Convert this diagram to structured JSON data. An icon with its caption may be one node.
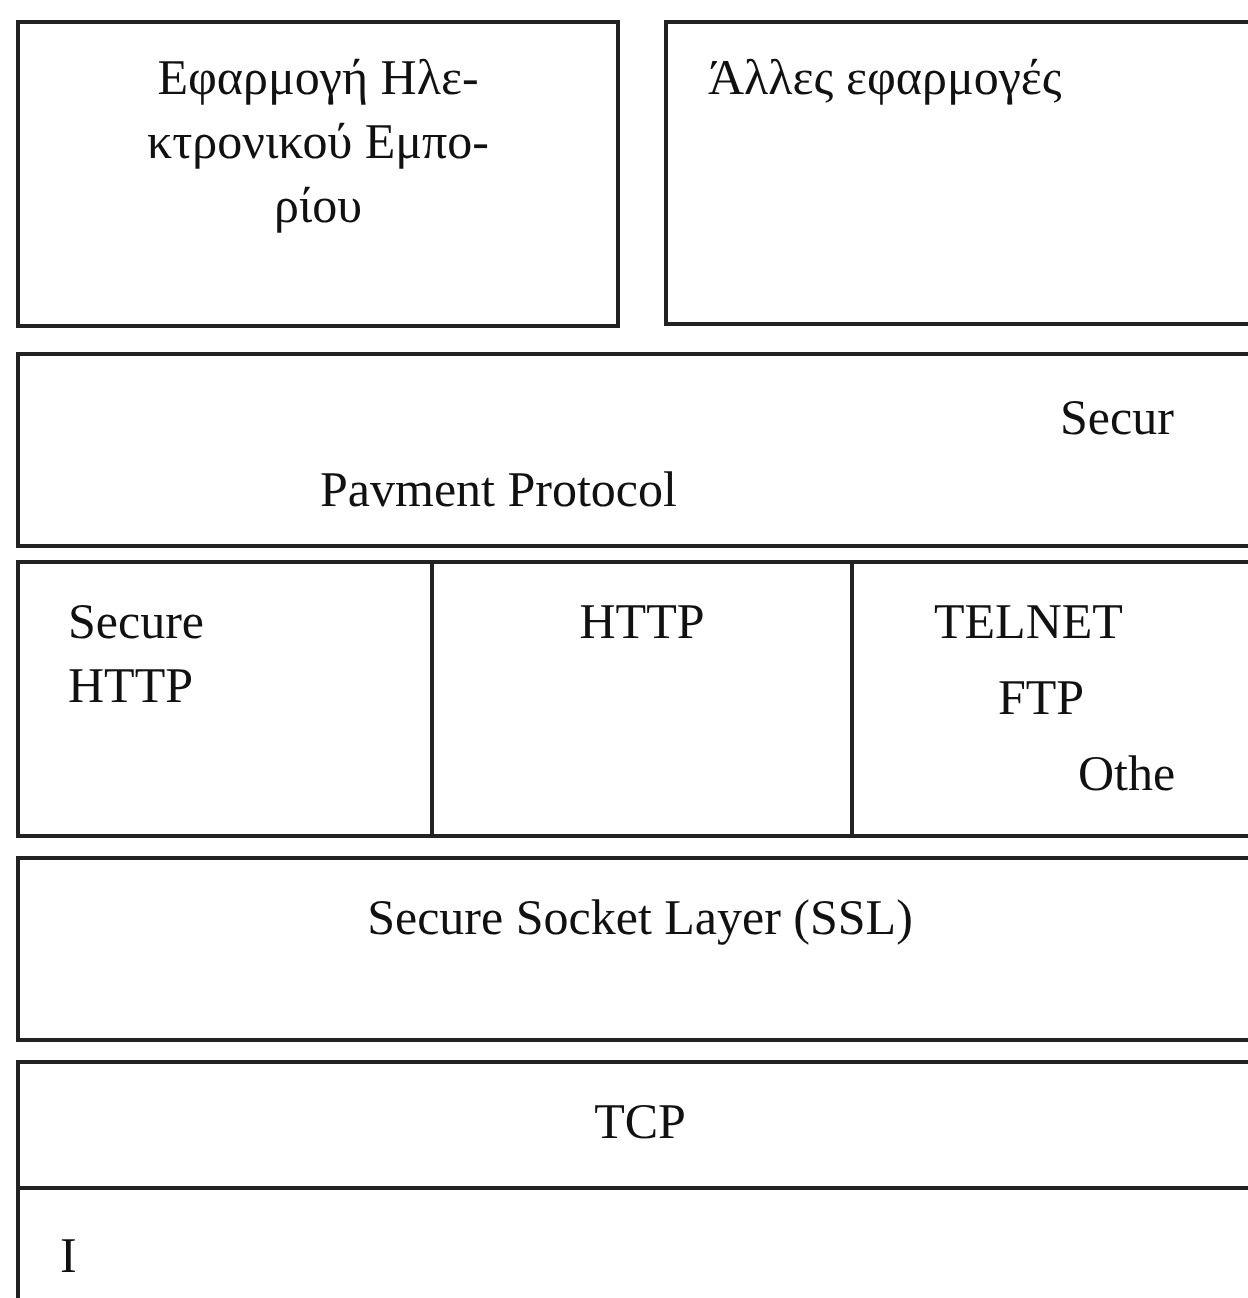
{
  "diagram": {
    "nodes": [
      {
        "text": [
          "Εφαρμογή Ηλε- κτρονικού Εμπο- ρίου"
        ]
      },
      {
        "text": [
          "Άλλες εφαρμογές"
        ]
      },
      {
        "text": [
          "Secur",
          "Pavment Protocol"
        ]
      },
      {
        "text": [
          "Secure HTTP"
        ]
      },
      {
        "text": [
          "HTTP"
        ]
      },
      {
        "text": [
          "TELNET",
          "FTP",
          "Othe"
        ]
      },
      {
        "text": [
          "Secure Socket Layer (SSL)"
        ]
      },
      {
        "text": [
          "TCP"
        ]
      },
      {
        "text": [
          "I"
        ]
      }
    ]
  }
}
